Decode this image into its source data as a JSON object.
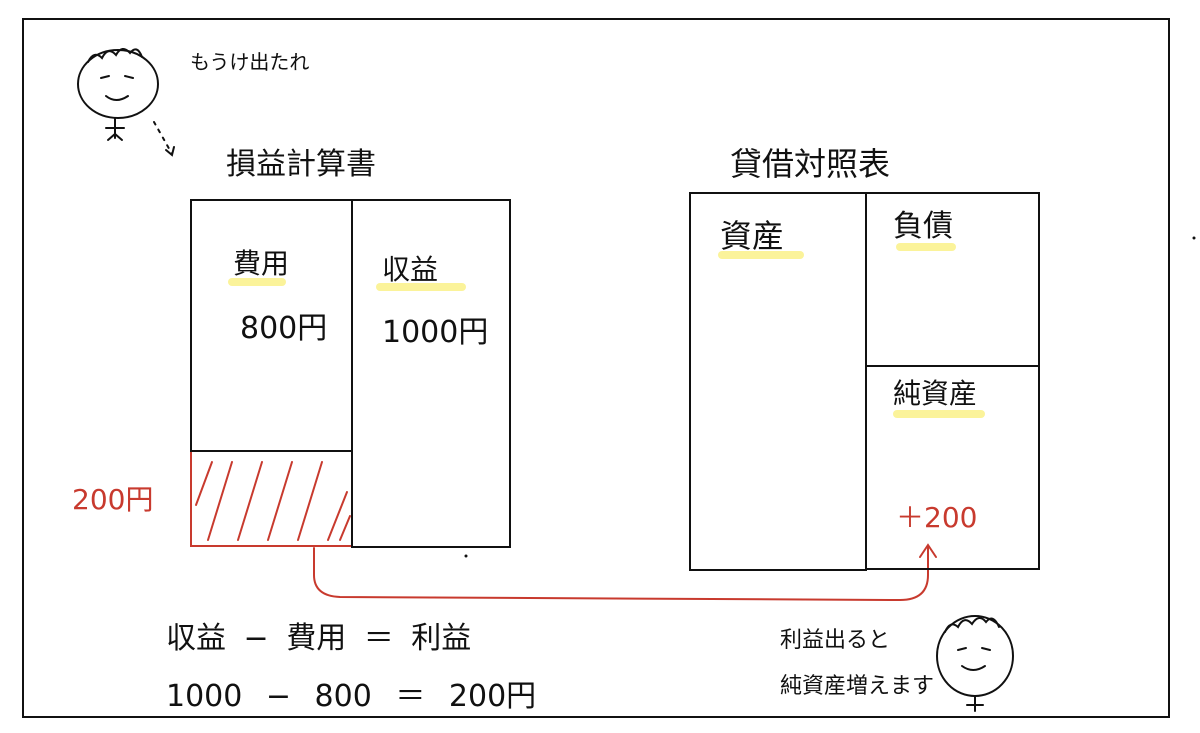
{
  "top_speech": "もうけ出たれ",
  "income_statement": {
    "title": "損益計算書",
    "expenses_label": "費用",
    "expenses_amount": "800円",
    "revenue_label": "収益",
    "revenue_amount": "1000円",
    "profit_amount": "200円"
  },
  "balance_sheet": {
    "title": "貸借対照表",
    "assets_label": "資産",
    "liabilities_label": "負債",
    "net_assets_label": "純資産",
    "net_assets_increase": "＋200"
  },
  "formula": {
    "words": "収益 − 費用 ＝ 利益",
    "numbers": "1000 − 800 ＝ 200円"
  },
  "bottom_speech": {
    "line1": "利益出ると",
    "line2": "純資産増えます"
  },
  "colors": {
    "ink": "#111111",
    "accent_red": "#c83a2e",
    "highlight_yellow": "#fbf39a"
  }
}
